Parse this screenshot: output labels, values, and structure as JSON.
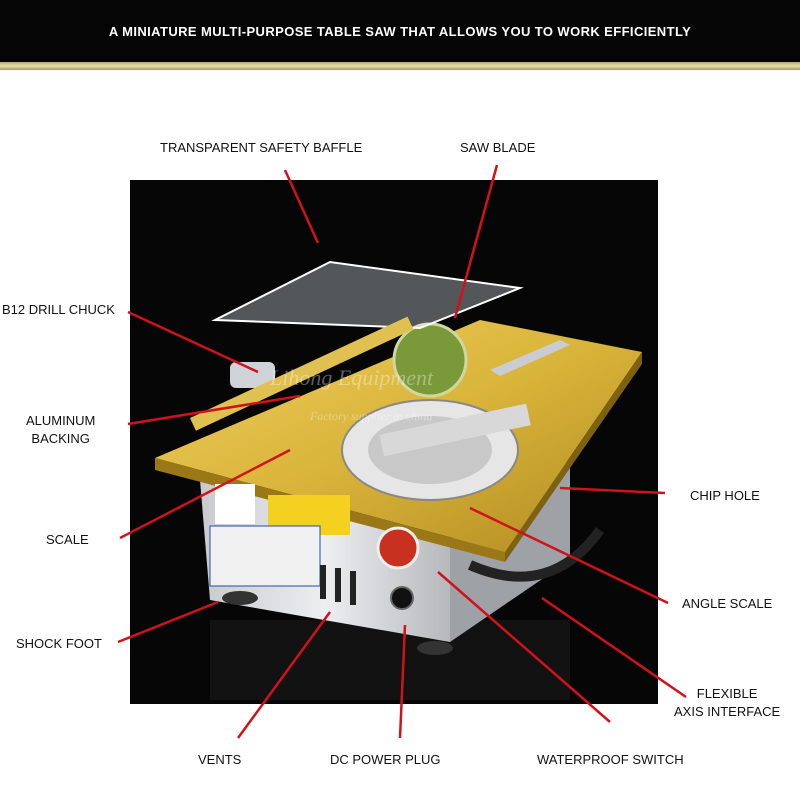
{
  "banner": {
    "title": "A MINIATURE MULTI-PURPOSE TABLE SAW THAT ALLOWS YOU TO WORK EFFICIENTLY"
  },
  "photo": {
    "watermark_line1": "Lihong Equipment",
    "watermark_line2": "Factory supplier in china"
  },
  "labels": {
    "transparent_safety_baffle": "TRANSPARENT SAFETY BAFFLE",
    "saw_blade": "SAW BLADE",
    "drill_chuck": "B12 DRILL CHUCK",
    "aluminum_backing_1": "ALUMINUM",
    "aluminum_backing_2": "BACKING",
    "chip_hole": "CHIP HOLE",
    "scale": "SCALE",
    "angle_scale": "ANGLE SCALE",
    "shock_foot": "SHOCK FOOT",
    "flexible_axis_1": "FLEXIBLE",
    "flexible_axis_2": "AXIS INTERFACE",
    "vents": "VENTS",
    "dc_power_plug": "DC POWER PLUG",
    "waterproof_switch": "WATERPROOF SWITCH"
  },
  "colors": {
    "banner_bg": "#050505",
    "leader_line": "#d0121b",
    "table_gold": "#d9b43a",
    "body_silver": "#d6d8dc"
  }
}
